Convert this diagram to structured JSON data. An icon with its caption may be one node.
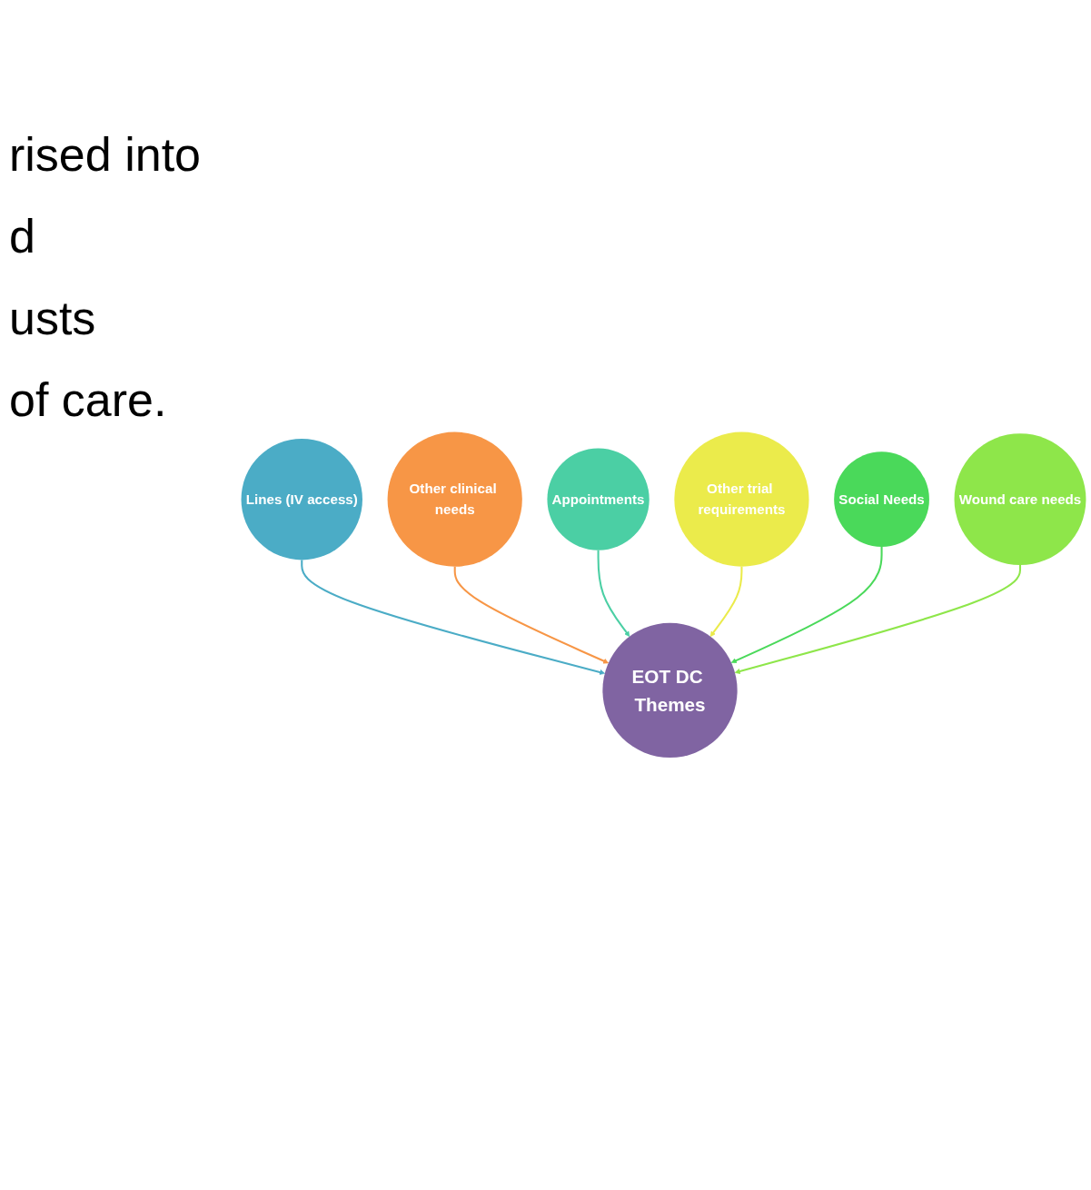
{
  "diagram": {
    "nodes": [
      {
        "text": [
          "Lines (IV access)"
        ]
      },
      {
        "text": [
          "Other clinical needs"
        ]
      },
      {
        "text": [
          "Appointments"
        ]
      },
      {
        "text": [
          "EOT DC Themes"
        ]
      },
      {
        "text": [
          "Other trial requirements"
        ]
      },
      {
        "text": [
          "Social Needs"
        ]
      },
      {
        "text": [
          "Wound care needs"
        ]
      }
    ],
    "edges": [
      {
        "from": 0,
        "to": 3,
        "arrow": "to",
        "color": "#4bacc6"
      },
      {
        "from": 1,
        "to": 3,
        "arrow": "to",
        "color": "#f79646"
      },
      {
        "from": 2,
        "to": 3,
        "arrow": "to",
        "color": "#4bcfa4"
      },
      {
        "from": 4,
        "to": 3,
        "arrow": "to",
        "color": "#ebeb4b"
      },
      {
        "from": 5,
        "to": 3,
        "arrow": "to",
        "color": "#4ad95a"
      },
      {
        "from": 6,
        "to": 3,
        "arrow": "to",
        "color": "#8ee64a"
      }
    ],
    "labels": [
      "rised into",
      "d",
      "usts",
      "of care."
    ]
  }
}
